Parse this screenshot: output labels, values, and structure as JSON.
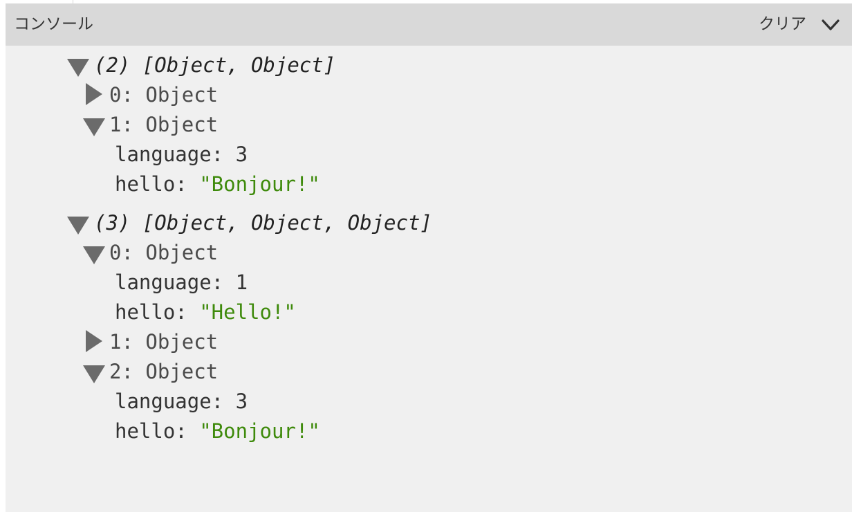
{
  "header": {
    "title": "コンソール",
    "clear_label": "クリア",
    "chevron_icon": "chevron-down-icon"
  },
  "colors": {
    "header_bg": "#d9d9d9",
    "console_bg": "#f0f0f0",
    "string_color": "#3e8a0b",
    "triangle_color": "#6b6b6b"
  },
  "log": [
    {
      "summary": "(2) [Object, Object]",
      "expanded": true,
      "items": [
        {
          "label": "0: Object",
          "expanded": false,
          "props": []
        },
        {
          "label": "1: Object",
          "expanded": true,
          "props": [
            {
              "key": "language: ",
              "value": "3"
            },
            {
              "key": "hello: ",
              "value": "\"Bonjour!\""
            }
          ]
        }
      ]
    },
    {
      "summary": "(3) [Object, Object, Object]",
      "expanded": true,
      "items": [
        {
          "label": "0: Object",
          "expanded": true,
          "props": [
            {
              "key": "language: ",
              "value": "1"
            },
            {
              "key": "hello: ",
              "value": "\"Hello!\""
            }
          ]
        },
        {
          "label": "1: Object",
          "expanded": false,
          "props": []
        },
        {
          "label": "2: Object",
          "expanded": true,
          "props": [
            {
              "key": "language: ",
              "value": "3"
            },
            {
              "key": "hello: ",
              "value": "\"Bonjour!\""
            }
          ]
        }
      ]
    }
  ]
}
